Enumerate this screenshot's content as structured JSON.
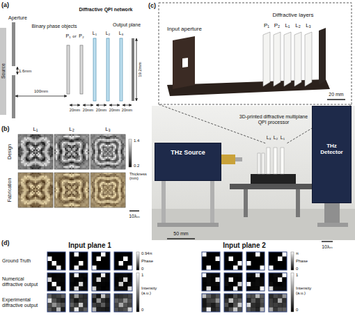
{
  "diagram": {
    "nodes": [
      {
        "text": [
          "THz Source"
        ]
      },
      {
        "text": [
          "THz Detector"
        ]
      }
    ],
    "labels": [
      "(a)",
      "Aperture",
      "Source",
      "1.6mm",
      "100mm",
      "Binary phase objects",
      "P₁",
      "or",
      "P₂",
      "Diffractive QPI network",
      "L₁",
      "L₂",
      "L₃",
      "20mm",
      "20mm",
      "20mm",
      "20mm",
      "20mm",
      "Output plane",
      "19.2mm",
      "(b)",
      "L₁",
      "L₂",
      "L₃",
      "Design",
      "Fabrication",
      "Thickness (mm)",
      "1.4",
      "0.2",
      "10λₘ",
      "(c)",
      "Input aperture",
      "Diffractive layers",
      "P₁",
      "P₂",
      "L₁",
      "L₂",
      "L₃",
      "20 mm",
      "3D-printed diffractive multiplane QPI processor",
      "L₃",
      "L₂",
      "L₁",
      "50 mm",
      "(d)",
      "Input plane 1",
      "Input plane 2",
      "Ground Truth",
      "Numerical diffractive output",
      "Experimental diffractive output",
      "Phase",
      "0.94π",
      "0",
      "Intensity (a.u.)",
      "1",
      "0",
      "10λₘ",
      "Phase",
      "π",
      "0",
      "Intensity (a.u.)",
      "1",
      "0"
    ]
  }
}
